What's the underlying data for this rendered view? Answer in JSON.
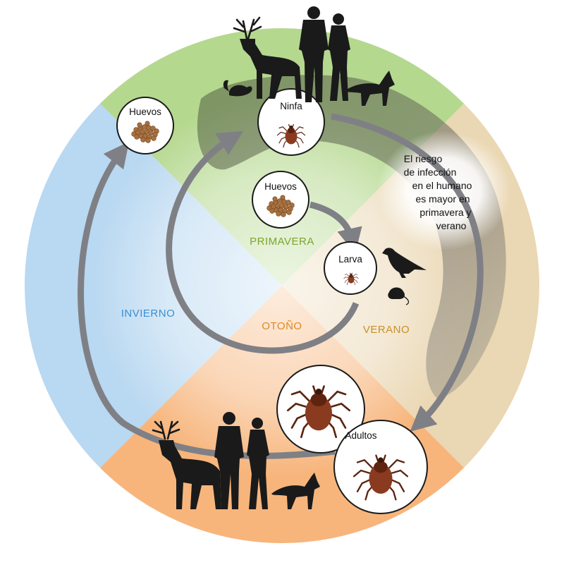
{
  "seasons": {
    "spring": {
      "label": "PRIMAVERA",
      "color": "#7aa52a",
      "bg": "#b5d88f"
    },
    "summer": {
      "label": "VERANO",
      "color": "#c8902a",
      "bg": "#ead7b3"
    },
    "autumn": {
      "label": "OTOÑO",
      "color": "#e0891f",
      "bg": "#f7b57c"
    },
    "winter": {
      "label": "INVIERNO",
      "color": "#3a8fd0",
      "bg": "#b9d8f1"
    }
  },
  "stages": {
    "eggs_top": "Huevos",
    "eggs_inner": "Huevos",
    "nymph": "Ninfa",
    "larva": "Larva",
    "adults": "Adultos"
  },
  "risk_note": {
    "lines": [
      "El riesgo",
      "de infección",
      "en el humano",
      "es mayor en",
      "primavera y",
      "verano"
    ]
  },
  "icons": [
    "deer-icon",
    "people-icon",
    "fox-icon",
    "chipmunk-icon",
    "bird-icon",
    "mouse-icon",
    "tick-icon",
    "eggs-icon"
  ],
  "colors": {
    "arrow": "#7f8085",
    "tick": "#8a3b1f",
    "egg": "#a8703e"
  }
}
